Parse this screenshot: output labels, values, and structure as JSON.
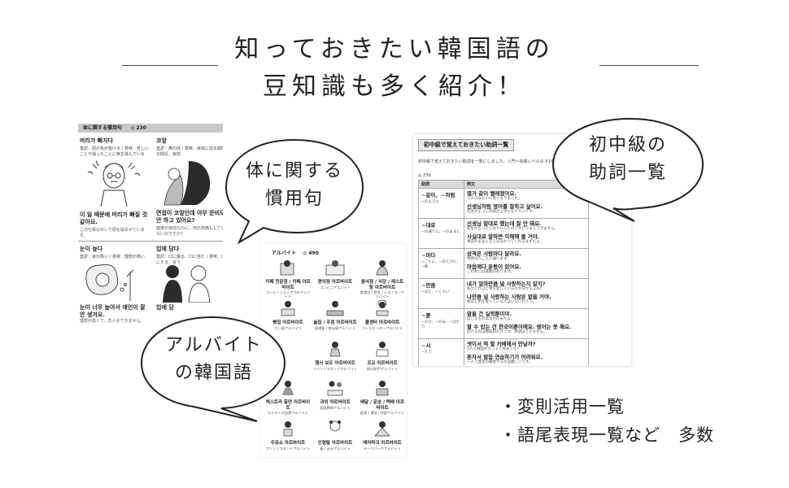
{
  "headline": {
    "line1": "知っておきたい韓国語の",
    "line2": "豆知識も多く紹介！"
  },
  "page_body": {
    "section_title": "体に関する慣用句",
    "section_badge": "◎ 230",
    "entries": [
      {
        "kr": "머리가 빠지다",
        "jp": "直訳：頭の毛が抜ける / 意味：苦しいことや悩ったことに気を揉んでいる"
      },
      {
        "kr": "코앞",
        "jp": "直訳：鼻の前 / 意味：目前に迫る期限の間近、目前"
      },
      {
        "kr": "눈이 높다",
        "jp": "直訳：目が高い / 意味：理想が高い"
      },
      {
        "kr": "입에 담다",
        "jp": "直訳：口に盛る、口に含む / 意味：口にする、言う"
      }
    ],
    "sentences": [
      {
        "kr": "이 일 때문에 머리가 빠질 것 같아요.",
        "jp": "この仕事のせいで頭を悩ませています。"
      },
      {
        "kr": "면접이 코앞인데 아무 준비도 안 하고 있어요?",
        "jp": "面接が目前なのに、何の準備もしていないのですか？"
      },
      {
        "kr": "눈이 너무 높아서 애인이 잘 안 생겨요.",
        "jp": "理想が高くて、恋人ができません。"
      },
      {
        "kr": "입에 담",
        "jp": ""
      }
    ]
  },
  "page_arbeit": {
    "section_title": "アルバイト",
    "section_badge": "◎ 490",
    "jobs": [
      {
        "kr": "카페 전문점 / 카페 아르바이트",
        "jp": "コーヒーショップでのアルバイト"
      },
      {
        "kr": "편의점 아르바이트",
        "jp": "コンビニアルバイト"
      },
      {
        "kr": "음식점 / 식당 / 레스토랑 아르바이트",
        "jp": "飲食店 / 食堂 / レストランアルバイト"
      },
      {
        "kr": "빵집 아르바이트",
        "jp": "パン屋アルバイト"
      },
      {
        "kr": "술집 / 주점 아르바이트",
        "jp": "居酒屋 / 飲み屋アルバイト"
      },
      {
        "kr": "콜센터 아르바이트",
        "jp": "コールセンターアルバイト"
      },
      {
        "kr": "",
        "jp": ""
      },
      {
        "kr": "행사 보조 아르바이트",
        "jp": "イベントスタッフアルバイト"
      },
      {
        "kr": "조교 아르바이트",
        "jp": "研究助手アルバイト"
      },
      {
        "kr": "엑스트라 출연 아르바이트",
        "jp": "エキストラ出演アルバイト"
      },
      {
        "kr": "과외 아르바이트",
        "jp": "家庭教師アルバイト"
      },
      {
        "kr": "배달 / 운송 / 택배 아르바이트",
        "jp": "配達 / 運送 / 宅配アルバイト"
      },
      {
        "kr": "주유소 아르바이트",
        "jp": "ガソリンスタンドアルバイト"
      },
      {
        "kr": "인형탈 아르바이트",
        "jp": "着ぐるみアルバイト"
      },
      {
        "kr": "테마파크 아르바이트",
        "jp": "テーマパークアルバイト"
      }
    ]
  },
  "page_particles": {
    "title": "初中級で覚えておきたい助詞一覧",
    "intro": "初中級で覚えておきたい助詞を一覧にしました。入門〜初級レベルの P.166にまとめています。",
    "link": "◎ 239",
    "header": [
      "助詞",
      "例文"
    ],
    "rows": [
      {
        "term": "~같이、~처럼",
        "mean": "~のように",
        "examples": [
          {
            "kr": "별가 같이 빨래졌어요.",
            "jp": "イチゴみたいに赤くなりました。"
          },
          {
            "kr": "선생님처럼 영어를 잘하고 싶어요.",
            "jp": "先生のように英語が上手になりたいです。"
          }
        ]
      },
      {
        "term": "~대로",
        "mean": "~の通りに、~のままに",
        "examples": [
          {
            "kr": "선생님 말대로 했는데 잘 안 돼요.",
            "jp": "先生の言ったとおりにしたのですがうまくできません。"
          },
          {
            "kr": "사실대로 말하면 이해해 줄 거야.",
            "jp": "事実のままに言えば分かってくれるはずだよ。"
          }
        ]
      },
      {
        "term": "~마다",
        "mean": "~ごとに、~のたびに、~毎",
        "examples": [
          {
            "kr": "성격은 사람마다 달라요.",
            "jp": "性格は人ごとに違います。"
          },
          {
            "kr": "마음에다 운동이 있어요.",
            "jp": "この村には運動があります。"
          }
        ]
      },
      {
        "term": "~만큼",
        "mean": "~ほど、~くらい",
        "examples": [
          {
            "kr": "내가 얼마만큼 널 사랑하는지 알지?",
            "jp": "私がどれほど君を愛しているのか分かるよね？"
          },
          {
            "kr": "나만큼 널 사랑하는 사람은 없을 거야.",
            "jp": "僕ほど君を愛している人はいないだろう。"
          }
        ]
      },
      {
        "term": "~뿐",
        "mean": "~だけ、~のみ、~ばかり",
        "examples": [
          {
            "kr": "맘을 건 실력뿐이야.",
            "jp": "信じるものは実力のみだよ。"
          },
          {
            "kr": "할 수 있는 건 한국어뿐이에요. 영어는 못 해요.",
            "jp": "話せるのは韓国語だけです。英語はできません。"
          }
        ]
      },
      {
        "term": "~서",
        "mean": "~人で",
        "examples": [
          {
            "kr": "셋이서 먹 할 카페에서 만날까?",
            "jp": "3人で韓国のカフェで会おうか？"
          },
          {
            "kr": "혼자서 발음 연습하기가 어려워요.",
            "jp": "一人で発音の練習するのは難しいです。"
          }
        ]
      }
    ]
  },
  "bubbles": {
    "body": [
      "体に関する",
      "慣用句"
    ],
    "arbeit": [
      "アルバイト",
      "の韓国語"
    ],
    "particles": [
      "初中級の",
      "助詞一覧"
    ]
  },
  "bullets": [
    "・変則活用一覧",
    "・語尾表現一覧など　多数"
  ]
}
